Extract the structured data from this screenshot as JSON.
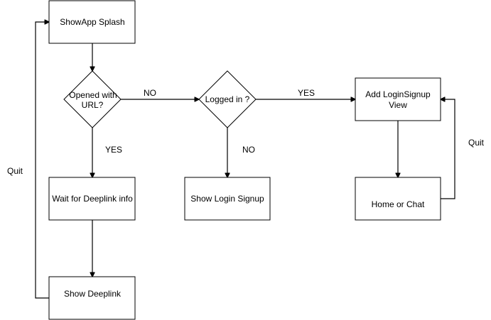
{
  "nodes": {
    "splash": "ShowApp Splash",
    "opened_url_line1": "Opened with",
    "opened_url_line2": "URL?",
    "logged_in": "Logged in ?",
    "add_login_line1": "Add LoginSignup",
    "add_login_line2": "View",
    "wait_deeplink": "Wait for Deeplink info",
    "show_login": "Show Login Signup",
    "home_chat": "Home or Chat",
    "show_deeplink": "Show Deeplink"
  },
  "edge_labels": {
    "no_url": "NO",
    "yes_logged": "YES",
    "yes_url": "YES",
    "no_logged": "NO",
    "quit_left": "Quit",
    "quit_right": "Quit"
  },
  "colors": {
    "stroke": "#000000",
    "fill": "#ffffff"
  }
}
